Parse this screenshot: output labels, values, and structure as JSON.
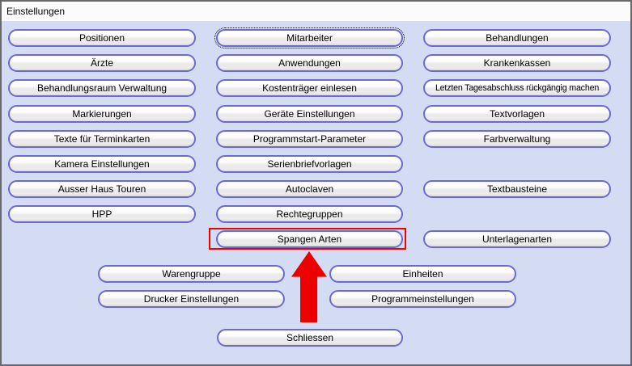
{
  "window": {
    "title": "Einstellungen"
  },
  "colors": {
    "content_background": "#d3dcf2",
    "titlebar_background": "#fbfbfb",
    "window_border": "#686868",
    "button_border": "#6a6ad2",
    "button_text": "#000000",
    "highlight_red": "#ec0000"
  },
  "buttons": {
    "positionen": "Positionen",
    "mitarbeiter": "Mitarbeiter",
    "behandlungen": "Behandlungen",
    "aerzte": "Ärzte",
    "anwendungen": "Anwendungen",
    "krankenkassen": "Krankenkassen",
    "behandlungsraum_verwaltung": "Behandlungsraum Verwaltung",
    "kostentraeger_einlesen": "Kostenträger einlesen",
    "letzter_tagesabschluss": "Letzten Tagesabschluss rückgängig machen",
    "markierungen": "Markierungen",
    "geraete_einstellungen": "Geräte Einstellungen",
    "textvorlagen": "Textvorlagen",
    "texte_fuer_terminkarten": "Texte für Terminkarten",
    "programmstart_parameter": "Programmstart-Parameter",
    "farbverwaltung": "Farbverwaltung",
    "kamera_einstellungen": "Kamera Einstellungen",
    "serienbriefvorlagen": "Serienbriefvorlagen",
    "ausser_haus_touren": "Ausser Haus Touren",
    "autoclaven": "Autoclaven",
    "textbausteine": "Textbausteine",
    "hpp": "HPP",
    "rechtegruppen": "Rechtegruppen",
    "spangen_arten": "Spangen Arten",
    "unterlagenarten": "Unterlagenarten",
    "warengruppe": "Warengruppe",
    "einheiten": "Einheiten",
    "drucker_einstellungen": "Drucker Einstellungen",
    "programmeinstellungen": "Programmeinstellungen",
    "schliessen": "Schliessen"
  },
  "annotation": {
    "highlighted_button": "Spangen Arten",
    "arrow_direction": "up",
    "color": "#ec0000"
  }
}
